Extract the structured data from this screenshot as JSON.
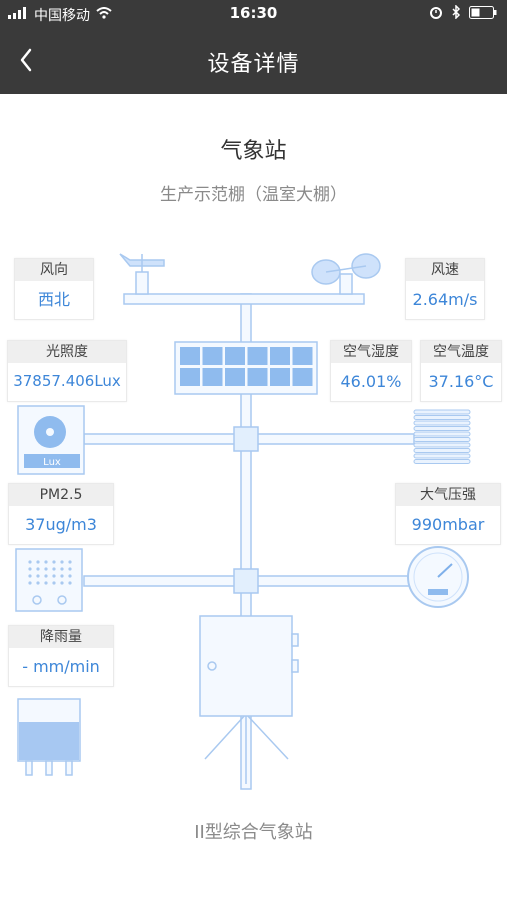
{
  "status_bar": {
    "carrier": "中国移动",
    "time": "16:30"
  },
  "nav": {
    "title": "设备详情"
  },
  "station": {
    "title": "气象站",
    "subtitle": "生产示范棚（温室大棚）",
    "model": "II型综合气象站"
  },
  "light_sensor_display": "Lux",
  "sensors": {
    "wind_dir": {
      "label": "风向",
      "value": "西北"
    },
    "wind_speed": {
      "label": "风速",
      "value": "2.64m/s"
    },
    "light": {
      "label": "光照度",
      "value": "37857.406Lux"
    },
    "humidity": {
      "label": "空气湿度",
      "value": "46.01%"
    },
    "temperature": {
      "label": "空气温度",
      "value": "37.16°C"
    },
    "pm25": {
      "label": "PM2.5",
      "value": "37ug/m3"
    },
    "pressure": {
      "label": "大气压强",
      "value": "990mbar"
    },
    "rain": {
      "label": "降雨量",
      "value": "- mm/min"
    }
  },
  "colors": {
    "header": "#3a3a3a",
    "value": "#3d86d8",
    "diagram": "#a9c9f0"
  }
}
